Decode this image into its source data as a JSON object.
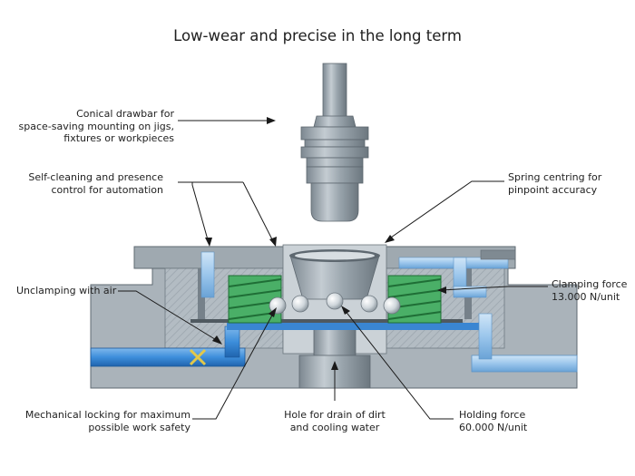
{
  "title": "Low-wear and precise in the long term",
  "labels": {
    "drawbar": [
      "Conical drawbar for",
      "space-saving mounting on jigs,",
      "fixtures or workpieces"
    ],
    "self_cleaning": [
      "Self-cleaning and presence",
      "control for automation"
    ],
    "spring_centring": [
      "Spring centring for",
      "pinpoint accuracy"
    ],
    "unclamping": [
      "Unclamping with air"
    ],
    "clamping_force": [
      "Clamping force",
      "13.000 N/unit"
    ],
    "mechanical_locking": [
      "Mechanical locking for maximum",
      "possible work safety"
    ],
    "drain_hole": [
      "Hole for drain of dirt",
      "and cooling water"
    ],
    "holding_force": [
      "Holding force",
      "60.000 N/unit"
    ]
  },
  "colors": {
    "steel": "#9aa5ad",
    "steel_dark": "#6f7a82",
    "steel_light": "#c9d1d6",
    "air_channel": "#2f7fd0",
    "spring": "#2e9a4e",
    "leader_line": "#1a1a1a"
  }
}
